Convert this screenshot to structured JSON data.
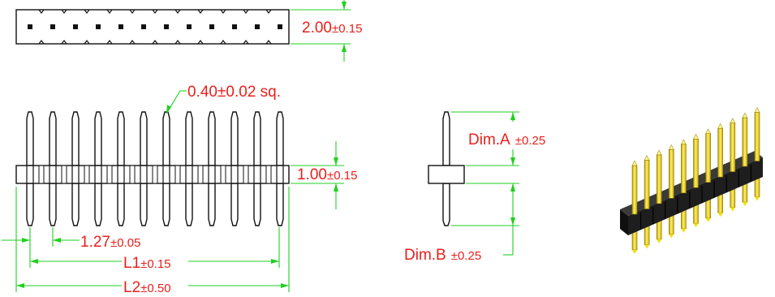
{
  "pin_count": 12,
  "colors": {
    "dimension_text": "#e8201c",
    "dimension_lines": "#1fd01f",
    "outline": "#111111",
    "housing": "#1c1c1c",
    "pin_gold": "#f2e000"
  },
  "labels": {
    "height": {
      "value": "2.00",
      "tol": "±0.15"
    },
    "pin_size": {
      "value": "0.40±0.02 sq."
    },
    "body_height": {
      "value": "1.00",
      "tol": "±0.15"
    },
    "pitch": {
      "value": "1.27",
      "tol": "±0.05"
    },
    "l1": {
      "value": "L1",
      "tol": "±0.15"
    },
    "l2": {
      "value": "L2",
      "tol": "±0.50"
    },
    "dim_a": {
      "value": "Dim.A",
      "tol": "±0.25"
    },
    "dim_b": {
      "value": "Dim.B",
      "tol": "±0.25"
    }
  }
}
